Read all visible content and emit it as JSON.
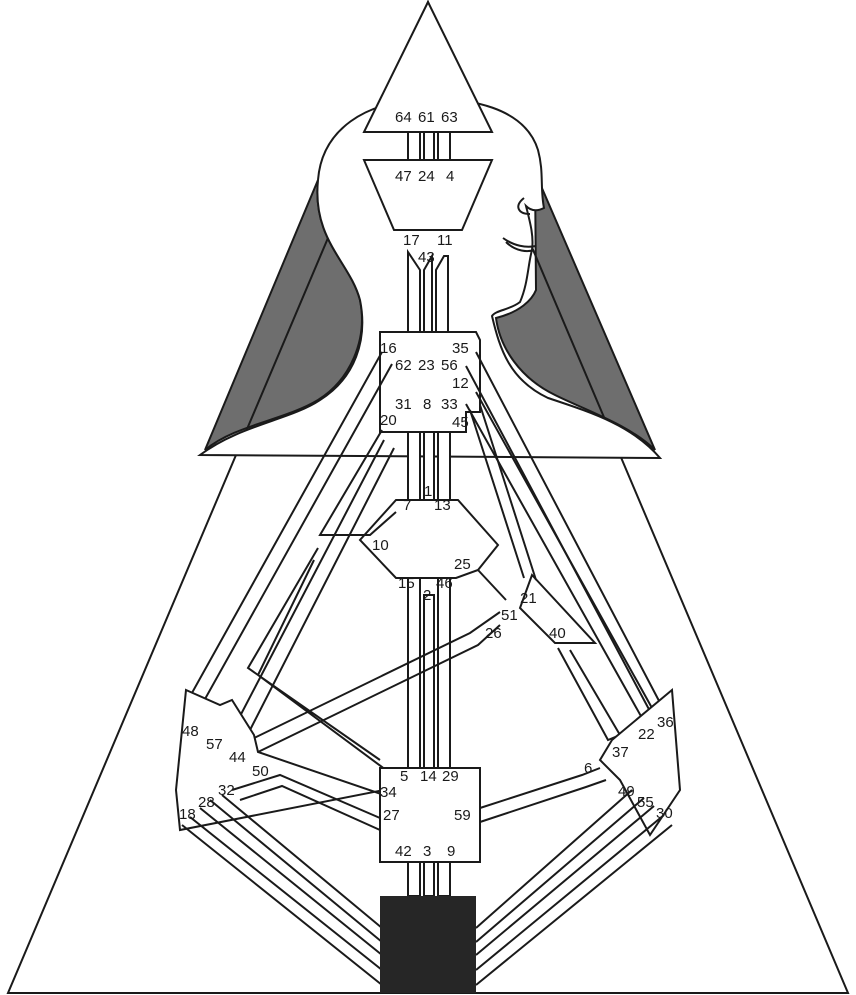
{
  "colors": {
    "background": "#ffffff",
    "stroke": "#1a1a1a",
    "shadow": "#6e6e6e",
    "root_block": "#262626"
  },
  "gates": [
    {
      "id": "g64",
      "label": "64"
    },
    {
      "id": "g61",
      "label": "61"
    },
    {
      "id": "g63",
      "label": "63"
    },
    {
      "id": "g47",
      "label": "47"
    },
    {
      "id": "g24",
      "label": "24"
    },
    {
      "id": "g4",
      "label": "4"
    },
    {
      "id": "g17",
      "label": "17"
    },
    {
      "id": "g43",
      "label": "43"
    },
    {
      "id": "g11",
      "label": "11"
    },
    {
      "id": "g16",
      "label": "16"
    },
    {
      "id": "g35",
      "label": "35"
    },
    {
      "id": "g62",
      "label": "62"
    },
    {
      "id": "g23",
      "label": "23"
    },
    {
      "id": "g56",
      "label": "56"
    },
    {
      "id": "g12",
      "label": "12"
    },
    {
      "id": "g31",
      "label": "31"
    },
    {
      "id": "g8",
      "label": "8"
    },
    {
      "id": "g33",
      "label": "33"
    },
    {
      "id": "g20",
      "label": "20"
    },
    {
      "id": "g45",
      "label": "45"
    },
    {
      "id": "g1",
      "label": "1"
    },
    {
      "id": "g7",
      "label": "7"
    },
    {
      "id": "g13",
      "label": "13"
    },
    {
      "id": "g10",
      "label": "10"
    },
    {
      "id": "g25",
      "label": "25"
    },
    {
      "id": "g15",
      "label": "15"
    },
    {
      "id": "g2",
      "label": "2"
    },
    {
      "id": "g46",
      "label": "46"
    },
    {
      "id": "g21",
      "label": "21"
    },
    {
      "id": "g51",
      "label": "51"
    },
    {
      "id": "g26",
      "label": "26"
    },
    {
      "id": "g40",
      "label": "40"
    },
    {
      "id": "g48",
      "label": "48"
    },
    {
      "id": "g57",
      "label": "57"
    },
    {
      "id": "g44",
      "label": "44"
    },
    {
      "id": "g36",
      "label": "36"
    },
    {
      "id": "g22",
      "label": "22"
    },
    {
      "id": "g37",
      "label": "37"
    },
    {
      "id": "g50",
      "label": "50"
    },
    {
      "id": "g6",
      "label": "6"
    },
    {
      "id": "g5",
      "label": "5"
    },
    {
      "id": "g14",
      "label": "14"
    },
    {
      "id": "g29",
      "label": "29"
    },
    {
      "id": "g34",
      "label": "34"
    },
    {
      "id": "g32",
      "label": "32"
    },
    {
      "id": "g28",
      "label": "28"
    },
    {
      "id": "g18",
      "label": "18"
    },
    {
      "id": "g49",
      "label": "49"
    },
    {
      "id": "g55",
      "label": "55"
    },
    {
      "id": "g30",
      "label": "30"
    },
    {
      "id": "g27",
      "label": "27"
    },
    {
      "id": "g59",
      "label": "59"
    },
    {
      "id": "g42",
      "label": "42"
    },
    {
      "id": "g3",
      "label": "3"
    },
    {
      "id": "g9",
      "label": "9"
    }
  ]
}
